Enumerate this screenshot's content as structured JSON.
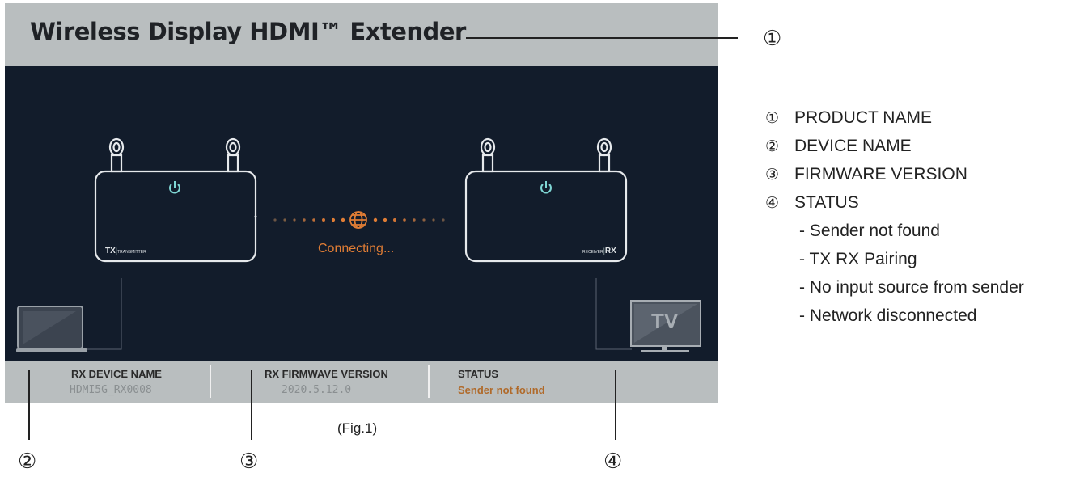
{
  "header": {
    "title": "Wireless Display HDMI™  Extender"
  },
  "devices": {
    "tx": {
      "label": "TX",
      "sublabel": "TRANSMITTER"
    },
    "rx": {
      "label": "RX",
      "sublabel": "RECEIVER"
    }
  },
  "connection": {
    "status_text": "Connecting..."
  },
  "tv": {
    "label": "TV"
  },
  "footer": {
    "device_name_label": "RX DEVICE NAME",
    "device_name_value": "HDMI5G_RX0008",
    "firmware_label": "RX FIRMWAVE VERSION",
    "firmware_value": "2020.5.12.0",
    "status_label": "STATUS",
    "status_value": "Sender not found"
  },
  "callouts": {
    "n1": "①",
    "n2": "②",
    "n3": "③",
    "n4": "④"
  },
  "legend": {
    "items": [
      {
        "num": "①",
        "text": "PRODUCT NAME"
      },
      {
        "num": "②",
        "text": "DEVICE NAME"
      },
      {
        "num": "③",
        "text": "FIRMWARE VERSION"
      },
      {
        "num": "④",
        "text": "STATUS"
      }
    ],
    "status_options": [
      "- Sender not found",
      "- TX RX Pairing",
      "- No input source from sender",
      "- Network disconnected"
    ]
  },
  "caption": "(Fig.1)",
  "colors": {
    "screen_bg": "#121c2b",
    "bar_bg": "#b9bebf",
    "accent_orange": "#e07d35",
    "red_line": "#b5442b"
  }
}
